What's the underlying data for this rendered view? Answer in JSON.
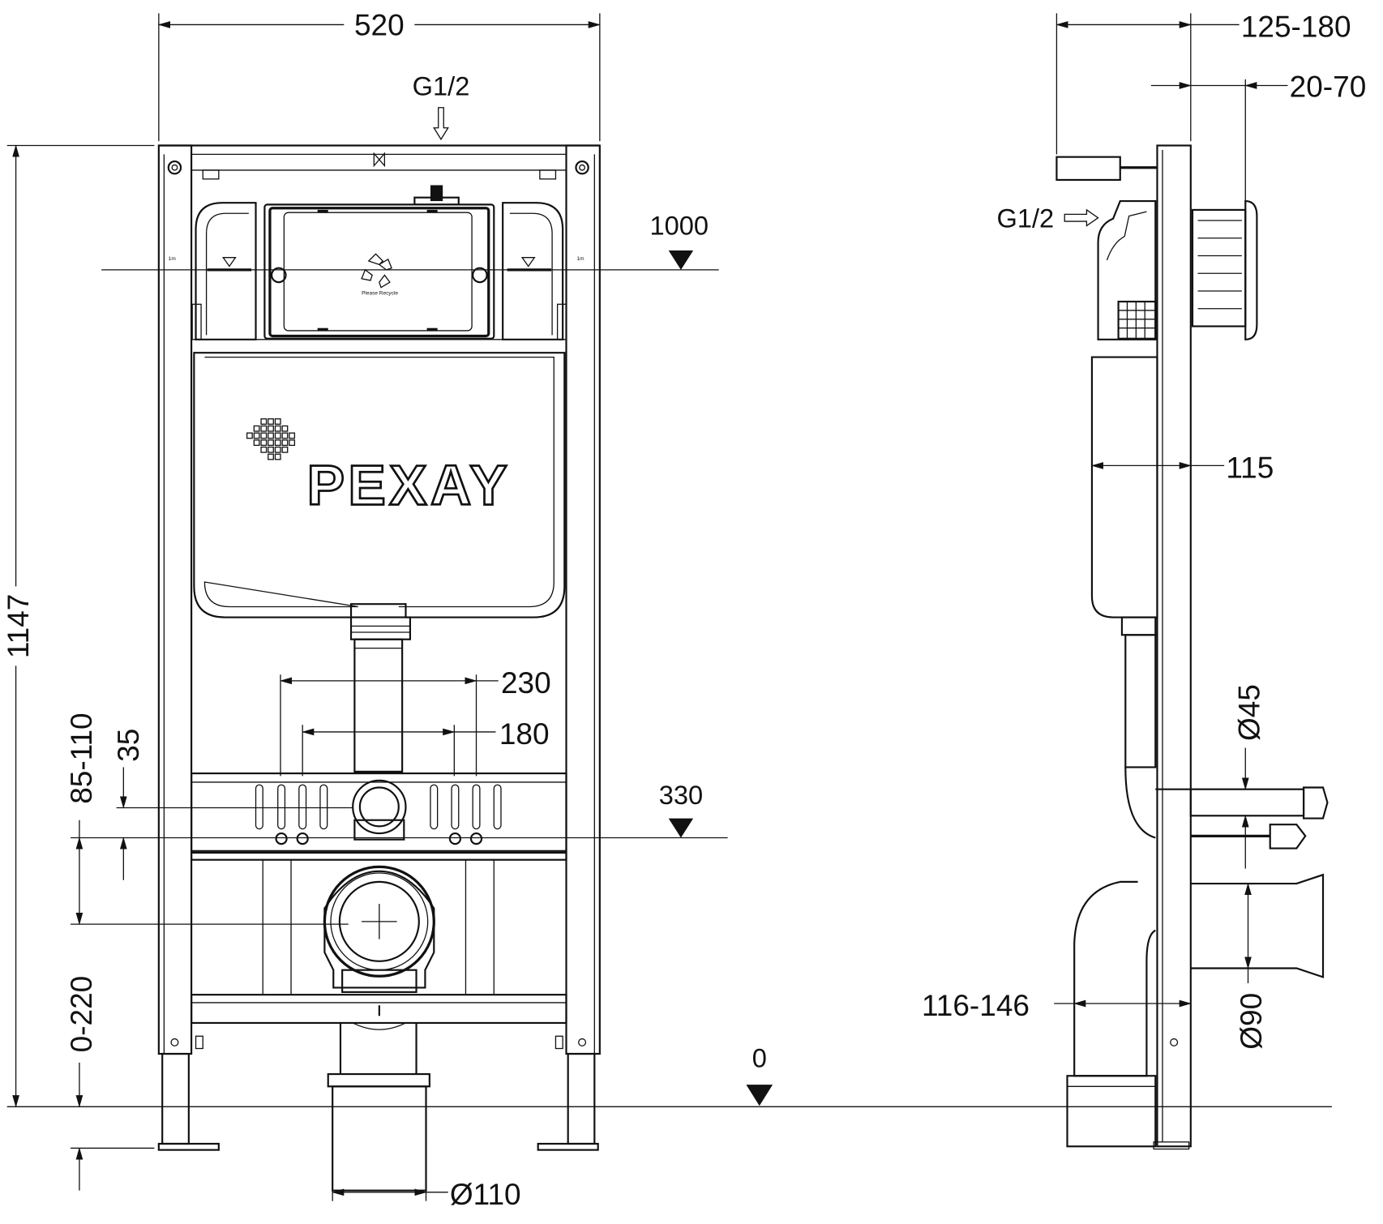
{
  "front_view": {
    "width_dim": "520",
    "inlet_label": "G1/2",
    "height_dim": "1147",
    "level_1000": "1000",
    "level_330": "330",
    "level_0": "0",
    "dim_230": "230",
    "dim_180": "180",
    "dim_35": "35",
    "dim_85_110": "85-110",
    "dim_0_220": "0-220",
    "dim_d110": "Ø110",
    "brand_logo": "PEXAY",
    "meter_mark": "1m",
    "recycle_text": "Please Recycle"
  },
  "side_view": {
    "dim_125_180": "125-180",
    "dim_20_70": "20-70",
    "inlet_label": "G1/2",
    "dim_115": "115",
    "dim_d45": "Ø45",
    "dim_116_146": "116-146",
    "dim_d90": "Ø90"
  }
}
